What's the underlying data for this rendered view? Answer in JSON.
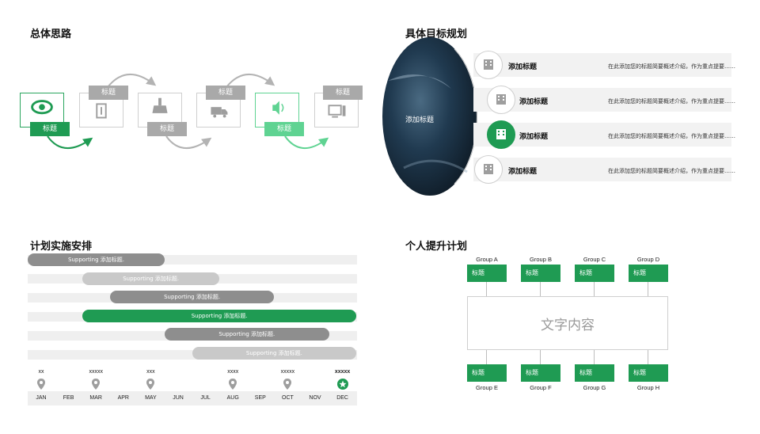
{
  "q1": {
    "title": "总体思路",
    "labels": [
      "标题",
      "标题",
      "标题",
      "标题",
      "标题",
      "标题"
    ],
    "icons": [
      "eye-icon",
      "document-icon",
      "broom-icon",
      "truck-icon",
      "speaker-icon",
      "computer-icon"
    ]
  },
  "q2": {
    "title": "具体目标规划",
    "circle_label": "添加标题",
    "items": [
      {
        "title": "添加标题",
        "desc": "在此添加您的标题简要概述介绍，作为重点提要……",
        "active": false
      },
      {
        "title": "添加标题",
        "desc": "在此添加您的标题简要概述介绍，作为重点提要……",
        "active": false
      },
      {
        "title": "添加标题",
        "desc": "在此添加您的标题简要概述介绍，作为重点提要……",
        "active": true
      },
      {
        "title": "添加标题",
        "desc": "在此添加您的标题简要概述介绍，作为重点提要……",
        "active": false
      }
    ],
    "colors": {
      "accent": "#1f9b53"
    }
  },
  "q3": {
    "title": "计划实施安排",
    "bars": [
      {
        "label": "Supporting 添加标题.",
        "start": 0,
        "end": 5,
        "color": "#8e8e8e"
      },
      {
        "label": "Supporting 添加标题.",
        "start": 2,
        "end": 7,
        "color": "#c9c9c9"
      },
      {
        "label": "Supporting 添加标题.",
        "start": 3,
        "end": 9,
        "color": "#8e8e8e"
      },
      {
        "label": "Supporting 添加标题.",
        "start": 2,
        "end": 12,
        "color": "#1f9b53"
      },
      {
        "label": "Supporting 添加标题.",
        "start": 5,
        "end": 11,
        "color": "#8e8e8e"
      },
      {
        "label": "Supporting 添加标题.",
        "start": 6,
        "end": 12,
        "color": "#c9c9c9"
      }
    ],
    "months": [
      "JAN",
      "FEB",
      "MAR",
      "APR",
      "MAY",
      "JUN",
      "JUL",
      "AUG",
      "SEP",
      "OCT",
      "NOV",
      "DEC"
    ],
    "milestones": [
      {
        "month": 0,
        "label": "xx",
        "active": false
      },
      {
        "month": 2,
        "label": "xxxxx",
        "active": false
      },
      {
        "month": 4,
        "label": "xxx",
        "active": false
      },
      {
        "month": 7,
        "label": "xxxx",
        "active": false
      },
      {
        "month": 9,
        "label": "xxxxx",
        "active": false
      },
      {
        "month": 11,
        "label": "xxxxx",
        "active": true
      }
    ]
  },
  "q4": {
    "title": "个人提升计划",
    "center_text": "文字内容",
    "top_groups": [
      {
        "name": "Group A",
        "label": "标题"
      },
      {
        "name": "Group B",
        "label": "标题"
      },
      {
        "name": "Group C",
        "label": "标题"
      },
      {
        "name": "Group D",
        "label": "标题"
      }
    ],
    "bottom_groups": [
      {
        "name": "Group E",
        "label": "标题"
      },
      {
        "name": "Group F",
        "label": "标题"
      },
      {
        "name": "Group G",
        "label": "标题"
      },
      {
        "name": "Group H",
        "label": "标题"
      }
    ]
  }
}
